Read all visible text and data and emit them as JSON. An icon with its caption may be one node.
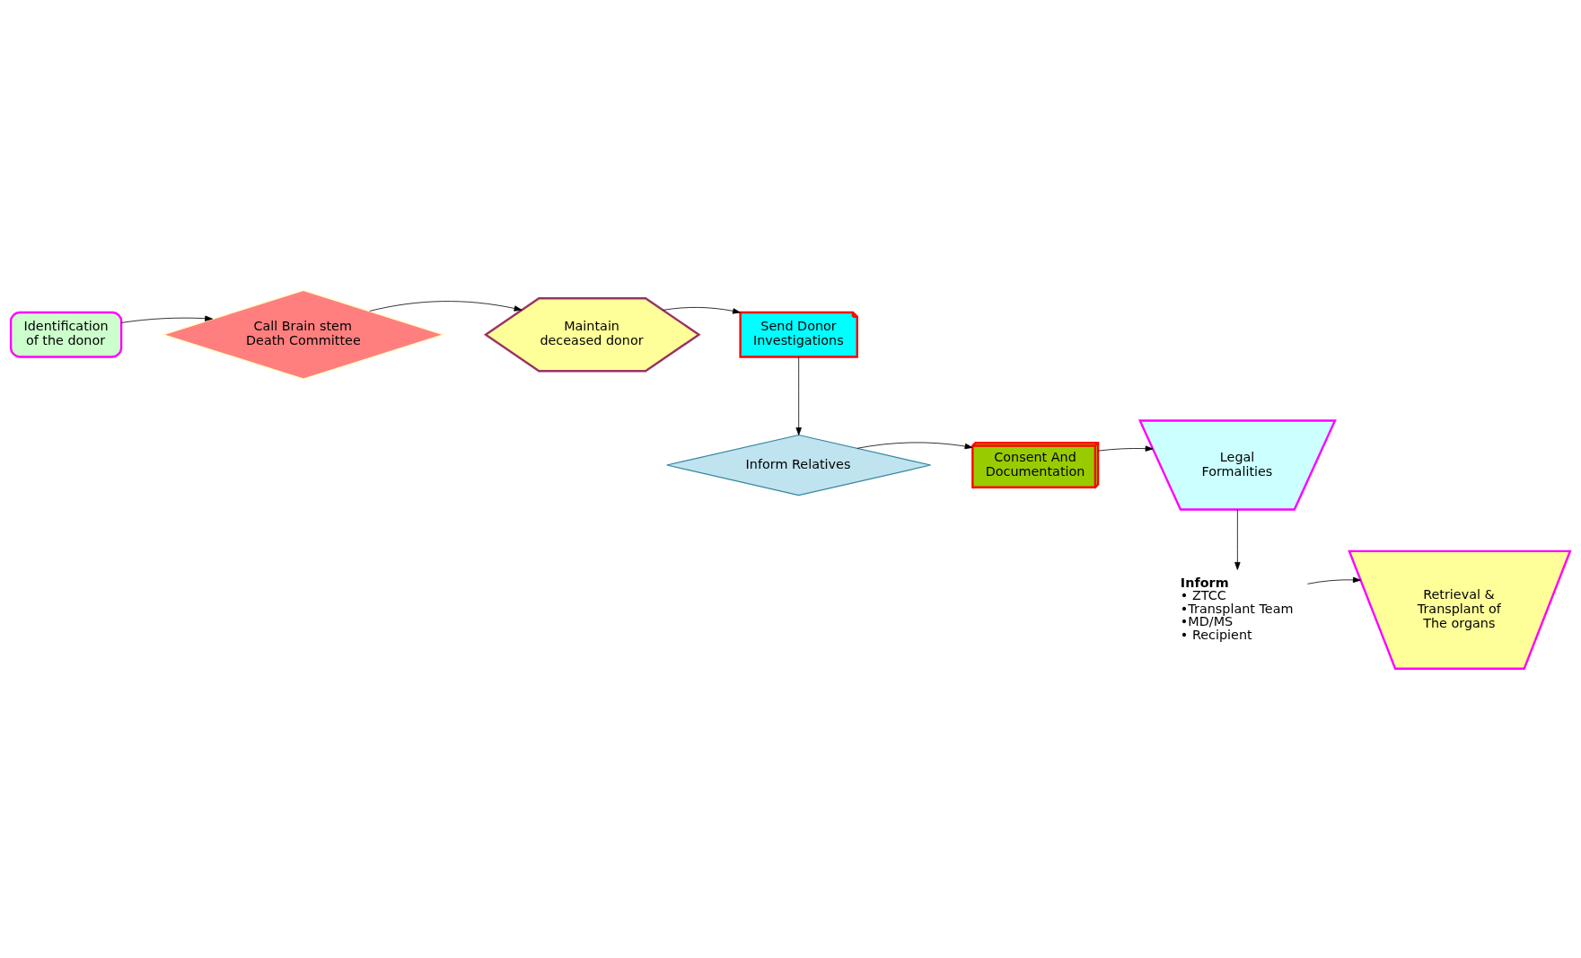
{
  "diagram": {
    "nodes": [
      {
        "text": [
          "Identification of the donor"
        ]
      },
      {
        "text": [
          "Call Brain stem Death Committee"
        ]
      },
      {
        "text": [
          "Maintain deceased donor"
        ]
      },
      {
        "text": [
          "Send Donor Investigations"
        ]
      },
      {
        "text": [
          "Inform Relatives"
        ]
      },
      {
        "text": [
          "Consent And Documentation"
        ]
      },
      {
        "text": [
          "Legal Formalities"
        ]
      },
      {
        "text": [
          "Inform",
          "• ZTCC",
          "•Transplant Team",
          "•MD/MS",
          "• Recipient"
        ]
      },
      {
        "text": [
          "Retrieval & Transplant of The organs"
        ]
      }
    ],
    "edges": [
      {
        "from": 0,
        "to": 1,
        "arrow": "to"
      },
      {
        "from": 1,
        "to": 2,
        "arrow": "to"
      },
      {
        "from": 2,
        "to": 3,
        "arrow": "to"
      },
      {
        "from": 3,
        "to": 4,
        "arrow": "to"
      },
      {
        "from": 4,
        "to": 5,
        "arrow": "to"
      },
      {
        "from": 5,
        "to": 6,
        "arrow": "to"
      },
      {
        "from": 6,
        "to": 7,
        "arrow": "to"
      },
      {
        "from": 7,
        "to": 8,
        "arrow": "to"
      }
    ]
  }
}
